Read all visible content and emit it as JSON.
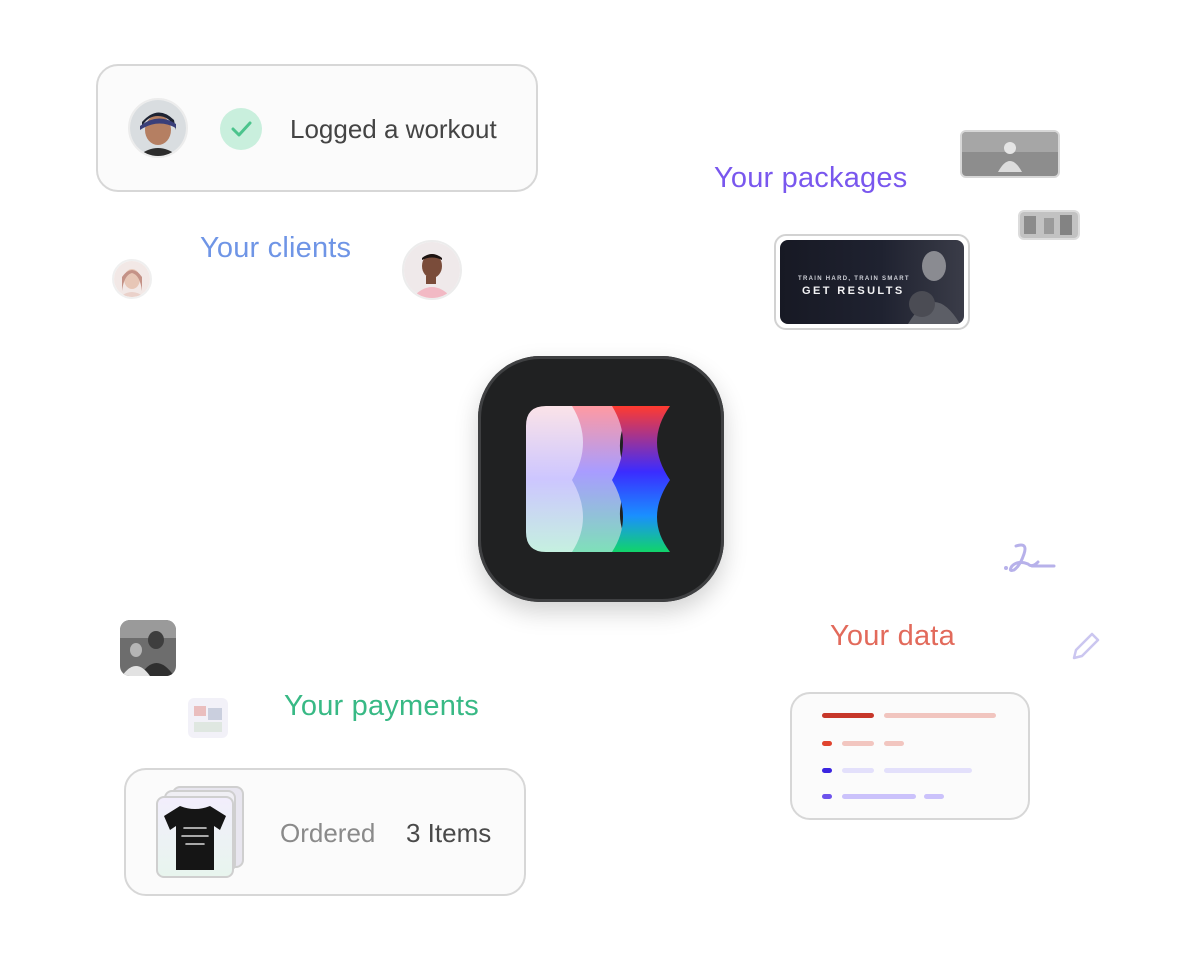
{
  "workout": {
    "text": "Logged a workout"
  },
  "labels": {
    "clients": "Your clients",
    "packages": "Your packages",
    "payments": "Your payments",
    "data": "Your data"
  },
  "package_banner": {
    "line1": "TRAIN HARD, TRAIN SMART",
    "line2": "GET RESULTS"
  },
  "order": {
    "status": "Ordered",
    "count": "3 Items"
  },
  "colors": {
    "clients": "#6f95e6",
    "packages": "#7957ee",
    "payments": "#38b985",
    "data": "#e26a5b",
    "check": "#4cc48d"
  },
  "icons": [
    "check-icon",
    "signature-icon",
    "pencil-icon",
    "app-logo-icon"
  ]
}
